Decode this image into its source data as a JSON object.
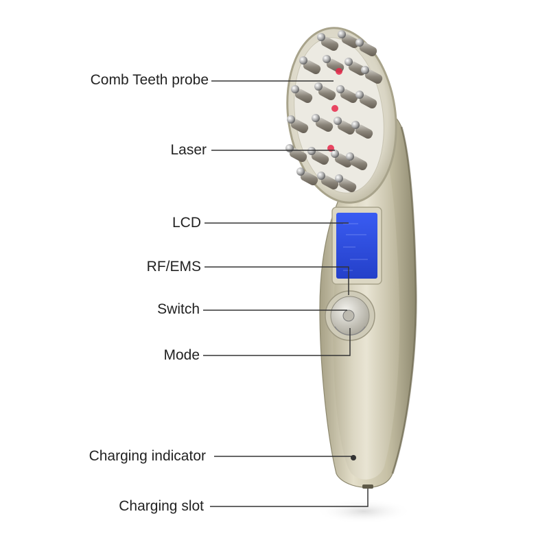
{
  "labels": {
    "comb_teeth_probe": "Comb Teeth probe",
    "laser": "Laser",
    "lcd": "LCD",
    "rf_ems": "RF/EMS",
    "switch": "Switch",
    "mode": "Mode",
    "charging_indicator": "Charging indicator",
    "charging_slot": "Charging slot"
  },
  "colors": {
    "body": "#c9c3a8",
    "body_dark": "#a39d82",
    "body_light": "#e6e1cc",
    "lcd_screen": "#2f4fe0",
    "lcd_frame": "#d8d3bf",
    "laser": "#e8284a",
    "leader_line": "#333333",
    "label_text": "#222222"
  }
}
